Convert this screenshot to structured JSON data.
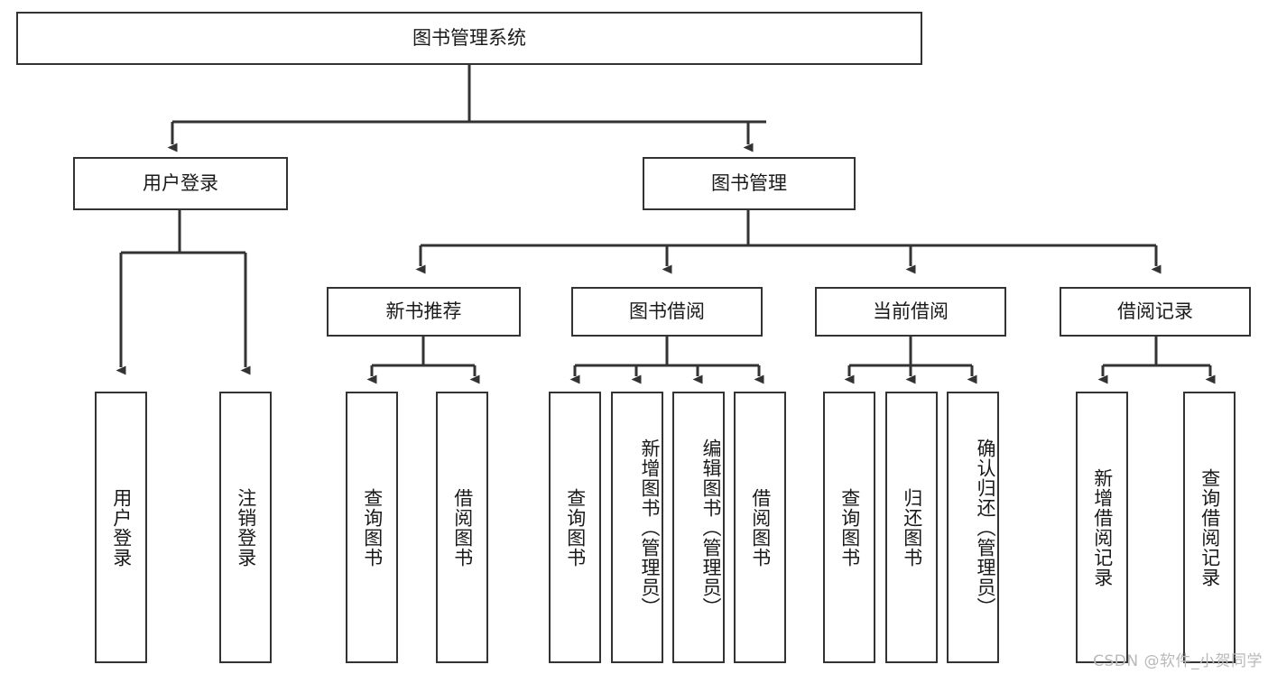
{
  "diagram": {
    "title": "图书管理系统",
    "type": "tree",
    "root": {
      "label": "图书管理系统"
    },
    "level2": [
      {
        "id": "user-login",
        "label": "用户登录"
      },
      {
        "id": "book-manage",
        "label": "图书管理"
      }
    ],
    "level3": [
      {
        "id": "new-book-recommend",
        "label": "新书推荐"
      },
      {
        "id": "book-borrow",
        "label": "图书借阅"
      },
      {
        "id": "current-borrow",
        "label": "当前借阅"
      },
      {
        "id": "borrow-record",
        "label": "借阅记录"
      }
    ],
    "leaves": {
      "user-login": [
        {
          "id": "leaf-user-login",
          "label": "用户登录"
        },
        {
          "id": "leaf-logout-login",
          "label": "注销登录"
        }
      ],
      "new-book-recommend": [
        {
          "id": "leaf-query-book-1",
          "label": "查询图书"
        },
        {
          "id": "leaf-borrow-book-1",
          "label": "借阅图书"
        }
      ],
      "book-borrow": [
        {
          "id": "leaf-query-book-2",
          "label": "查询图书"
        },
        {
          "id": "leaf-add-book",
          "label": "新增图书（管理员）"
        },
        {
          "id": "leaf-edit-book",
          "label": "编辑图书（管理员）"
        },
        {
          "id": "leaf-borrow-book-2",
          "label": "借阅图书"
        }
      ],
      "current-borrow": [
        {
          "id": "leaf-query-book-3",
          "label": "查询图书"
        },
        {
          "id": "leaf-return-book",
          "label": "归还图书"
        },
        {
          "id": "leaf-confirm-return",
          "label": "确认归还（管理员）"
        }
      ],
      "borrow-record": [
        {
          "id": "leaf-add-record",
          "label": "新增借阅记录"
        },
        {
          "id": "leaf-query-record",
          "label": "查询借阅记录"
        }
      ]
    }
  },
  "watermark": {
    "text": "CSDN @软件_小贺同学"
  },
  "colors": {
    "border": "#333333",
    "background": "#ffffff",
    "text": "#1a1a1a",
    "watermark": "#b9b9b9"
  }
}
